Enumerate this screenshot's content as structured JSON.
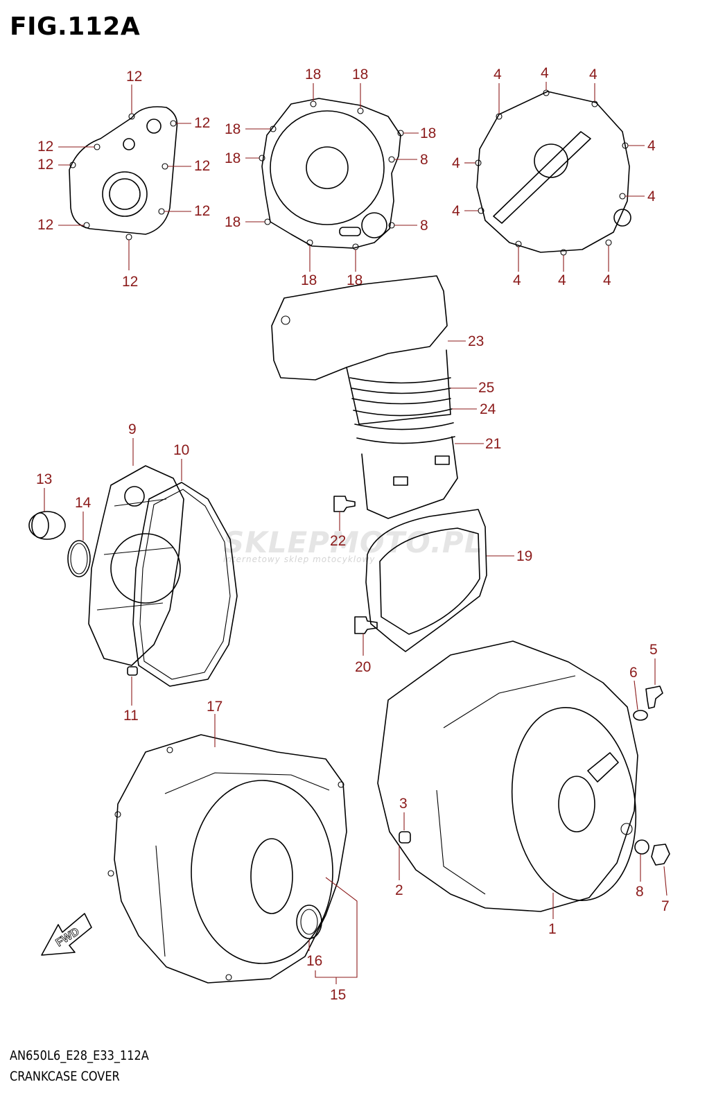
{
  "figure": {
    "title": "FIG.112A",
    "footer_code": "AN650L6_E28_E33_112A",
    "footer_description": "CRANKCASE COVER",
    "fwd_label": "FWD",
    "watermark": "SKLEPMOTO.PL",
    "watermark_sub": "internetowy sklep motocyklowy"
  },
  "callouts": {
    "c1": "1",
    "c2": "2",
    "c3": "3",
    "c4": "4",
    "c5": "5",
    "c6": "6",
    "c7": "7",
    "c8": "8",
    "c9": "9",
    "c10": "10",
    "c11": "11",
    "c12": "12",
    "c13": "13",
    "c14": "14",
    "c15": "15",
    "c16": "16",
    "c17": "17",
    "c18": "18",
    "c19": "19",
    "c20": "20",
    "c21": "21",
    "c22": "22",
    "c23": "23",
    "c24": "24",
    "c25": "25"
  },
  "colors": {
    "callout": "#8b1a1a",
    "line": "#000000"
  }
}
